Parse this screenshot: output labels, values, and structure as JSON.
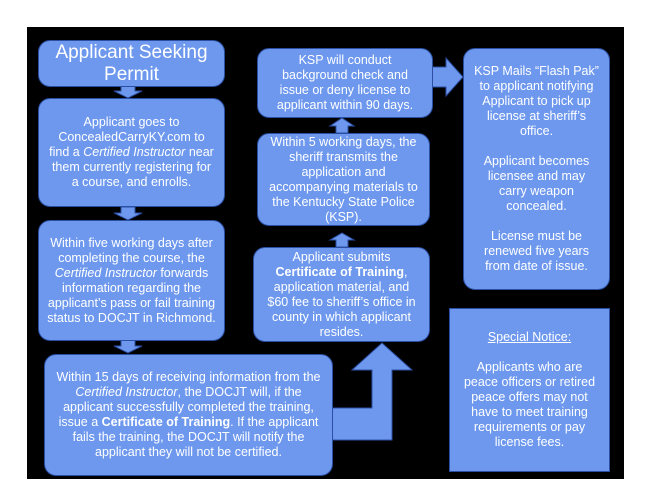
{
  "flow": {
    "applicant_seeking": {
      "line1": "Applicant Seeking",
      "line2": "Permit"
    },
    "goes_to": {
      "t1": "Applicant goes to ConcealedCarryKY.com to find a ",
      "em": "Certified Instructor",
      "t2": " near them currently registering for a course, and enrolls."
    },
    "within_five": {
      "t1": "Within five working days after completing the course, the ",
      "em": "Certified Instructor",
      "t2": " forwards information regarding the applicant’s pass or fail training status to DOCJT in Richmond."
    },
    "within_15": {
      "t1": "Within 15 days of receiving information from the ",
      "em": "Certified Instructor",
      "t2": ", the DOCJT will, if the applicant successfully completed the training, issue a ",
      "strong": "Certificate of Training",
      "t3": ".  If the applicant fails the training, the DOCJT will notify the applicant they will not be certified."
    },
    "submits": {
      "t1": "Applicant submits ",
      "strong": "Certificate of Training",
      "t2": ", application material, and $60 fee to sheriff’s office in county in which applicant resides."
    },
    "sheriff": {
      "text": "Within 5 working days, the sheriff transmits the application and accompanying materials to the Kentucky State Police (KSP)."
    },
    "ksp_check": {
      "text": "KSP will conduct background check and issue or deny license to applicant within 90 days."
    },
    "ksp_mails": {
      "p1": "KSP Mails “Flash Pak” to applicant notifying Applicant to pick up license at sheriff’s office.",
      "p2": "Applicant becomes licensee and may carry weapon concealed.",
      "p3": "License must be renewed five years from date of issue."
    },
    "special_notice": {
      "heading": "Special Notice:",
      "body": "Applicants who are peace officers or retired peace offers may not have to meet training requirements or pay license fees."
    }
  },
  "colors": {
    "box_fill": "#6d98ee",
    "box_border": "#2b4fa3",
    "background": "#000000",
    "text": "#ffffff"
  }
}
